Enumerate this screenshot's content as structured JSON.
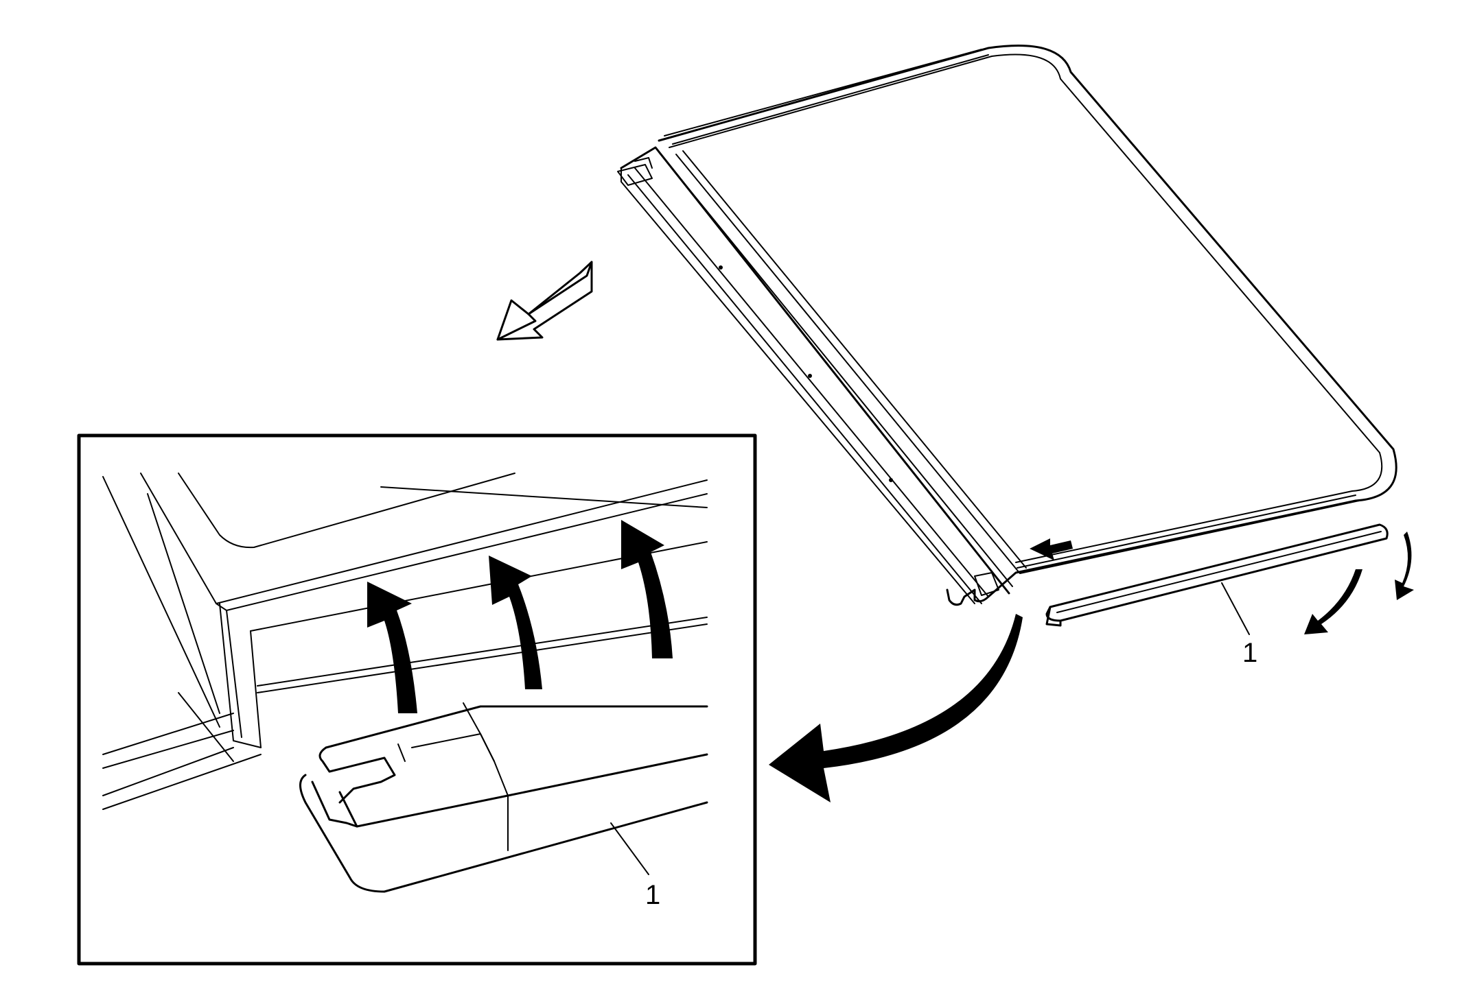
{
  "diagram": {
    "callouts": {
      "main_view": "1",
      "detail_view": "1"
    },
    "colors": {
      "line": "#000000",
      "background": "#ffffff"
    },
    "icons": {
      "direction_arrow": "hollow-direction-arrow",
      "motion_arrow": "curved-arrow",
      "detail_pointer": "curved-pointer-arrow"
    }
  }
}
